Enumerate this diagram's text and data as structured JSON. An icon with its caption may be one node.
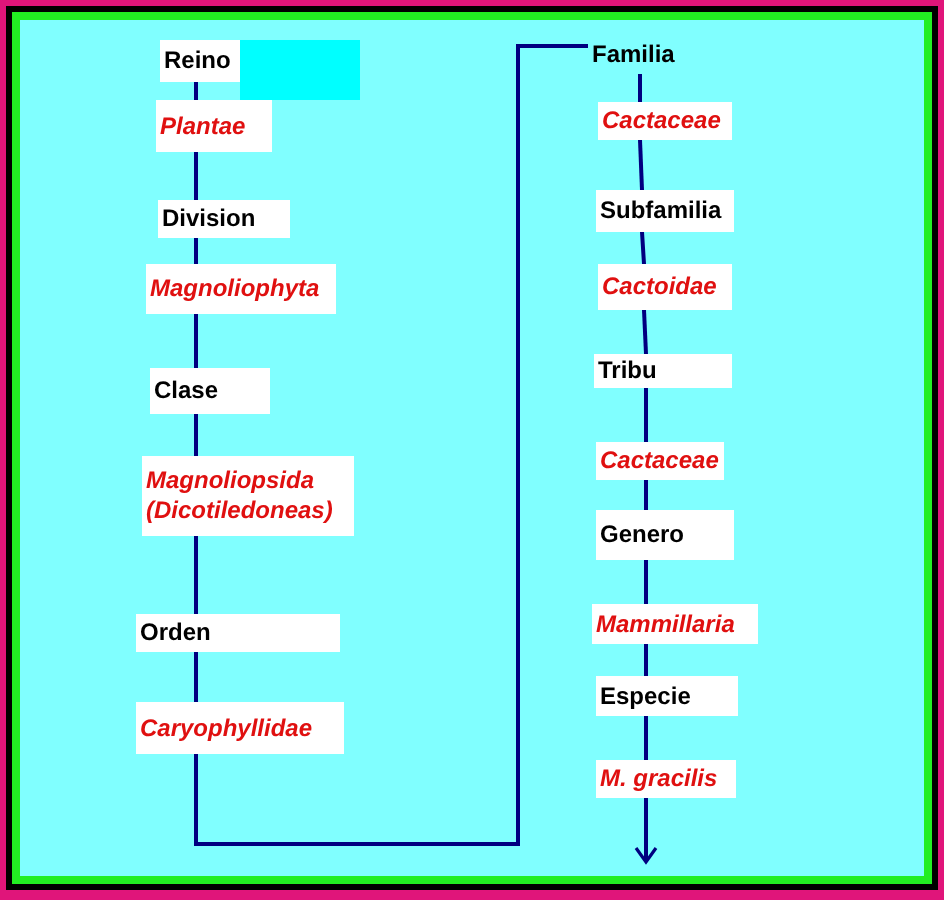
{
  "diagram": {
    "nodes": [
      {
        "text": [
          "Reino"
        ]
      },
      {
        "text": [
          "Plantae"
        ]
      },
      {
        "text": [
          "Division"
        ]
      },
      {
        "text": [
          "Magnoliophyta"
        ]
      },
      {
        "text": [
          "Clase"
        ]
      },
      {
        "text": [
          "Magnoliopsida (Dicotiledoneas)"
        ]
      },
      {
        "text": [
          "Orden"
        ]
      },
      {
        "text": [
          "Caryophyllidae"
        ]
      },
      {
        "text": [
          "Familia"
        ]
      },
      {
        "text": [
          "Cactaceae"
        ]
      },
      {
        "text": [
          "Subfamilia"
        ]
      },
      {
        "text": [
          "Cactoidae"
        ]
      },
      {
        "text": [
          "Tribu"
        ]
      },
      {
        "text": [
          "Cactaceae"
        ]
      },
      {
        "text": [
          "Genero"
        ]
      },
      {
        "text": [
          "Mammillaria"
        ]
      },
      {
        "text": [
          "Especie"
        ]
      },
      {
        "text": [
          "M. gracilis"
        ]
      }
    ],
    "edges": [
      {
        "from": 0,
        "to": 1,
        "arrow": "none"
      },
      {
        "from": 1,
        "to": 2,
        "arrow": "none"
      },
      {
        "from": 2,
        "to": 3,
        "arrow": "none"
      },
      {
        "from": 3,
        "to": 4,
        "arrow": "none"
      },
      {
        "from": 4,
        "to": 5,
        "arrow": "none"
      },
      {
        "from": 5,
        "to": 6,
        "arrow": "none"
      },
      {
        "from": 6,
        "to": 7,
        "arrow": "none"
      },
      {
        "from": 7,
        "to": 8,
        "arrow": "none"
      },
      {
        "from": 8,
        "to": 9,
        "arrow": "none"
      },
      {
        "from": 9,
        "to": 10,
        "arrow": "none"
      },
      {
        "from": 10,
        "to": 11,
        "arrow": "none"
      },
      {
        "from": 11,
        "to": 12,
        "arrow": "none"
      },
      {
        "from": 12,
        "to": 13,
        "arrow": "none"
      },
      {
        "from": 13,
        "to": 14,
        "arrow": "none"
      },
      {
        "from": 14,
        "to": 15,
        "arrow": "none"
      },
      {
        "from": 15,
        "to": 16,
        "arrow": "none"
      },
      {
        "from": 16,
        "to": 17,
        "arrow": "none"
      },
      {
        "from": 17,
        "to": null,
        "arrow": "to"
      }
    ]
  }
}
